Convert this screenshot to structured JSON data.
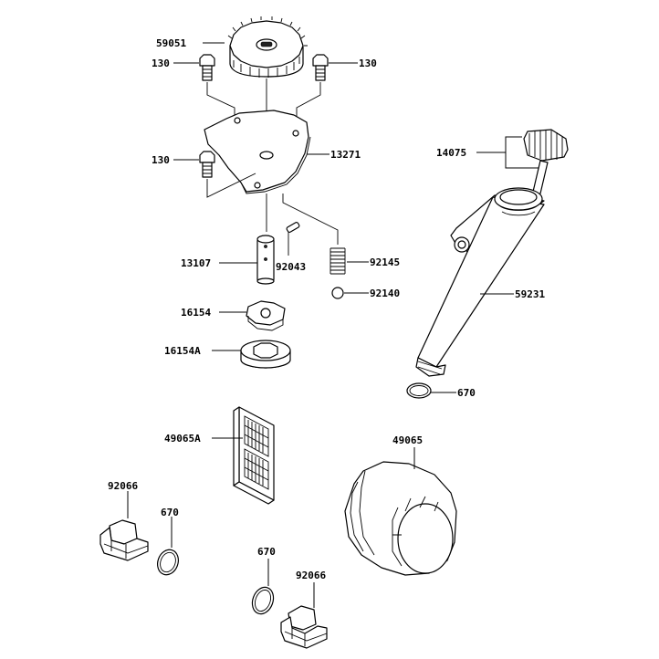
{
  "labels": {
    "p59051": "59051",
    "p130_right": "130",
    "p130_left_top": "130",
    "p130_left_mid": "130",
    "p13271": "13271",
    "p14075": "14075",
    "p13107": "13107",
    "p92043": "92043",
    "p92145": "92145",
    "p92140": "92140",
    "p59231": "59231",
    "p16154": "16154",
    "p16154A": "16154A",
    "p670_right": "670",
    "p49065A": "49065A",
    "p49065": "49065",
    "p92066_left": "92066",
    "p670_left": "670",
    "p670_mid": "670",
    "p92066_mid": "92066"
  }
}
